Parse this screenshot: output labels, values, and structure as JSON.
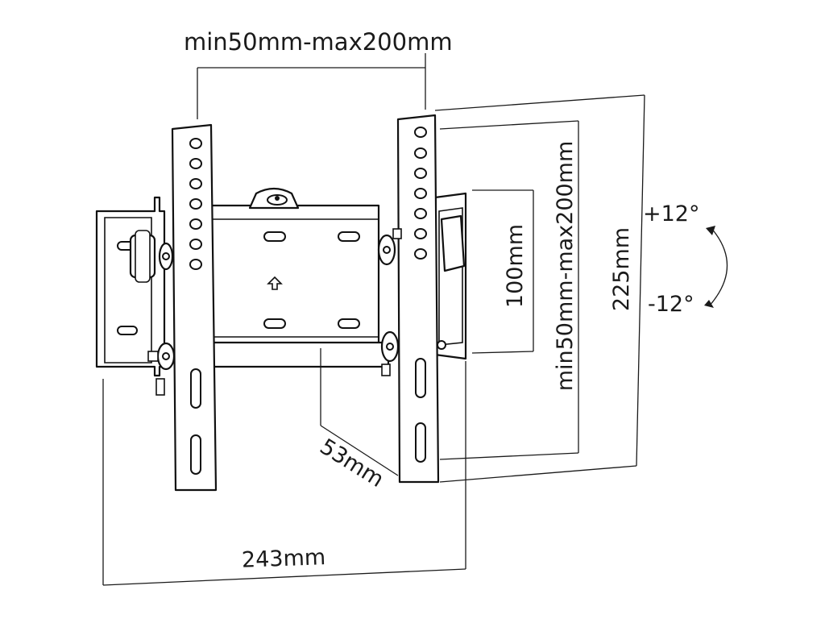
{
  "dimensions": {
    "vesa_horizontal": "min50mm-max200mm",
    "vesa_vertical": "min50mm-max200mm",
    "wall_plate_height": "100mm",
    "arm_height": "225mm",
    "depth": "53mm",
    "width": "243mm"
  },
  "tilt": {
    "up": "+12°",
    "down": "-12°"
  }
}
